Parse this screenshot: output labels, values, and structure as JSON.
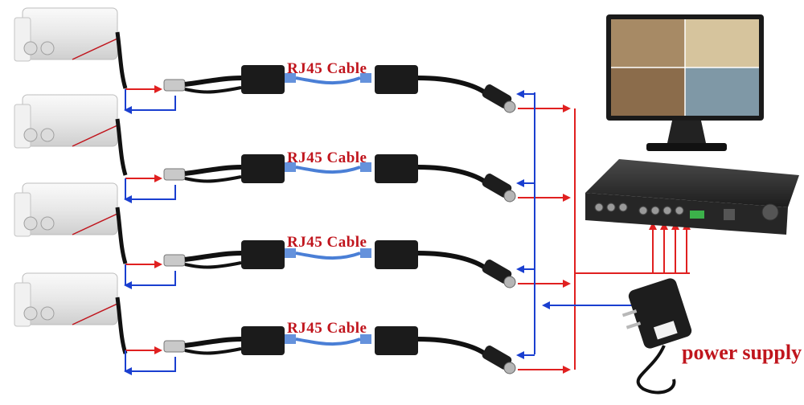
{
  "cable_label": "RJ45  Cable",
  "power_label": "power supply",
  "channels": [
    {
      "label": "RJ45  Cable"
    },
    {
      "label": "RJ45  Cable"
    },
    {
      "label": "RJ45  Cable"
    },
    {
      "label": "RJ45  Cable"
    }
  ],
  "colors": {
    "video_line": "#e02020",
    "power_line": "#1a3fd0",
    "label": "#c0151d",
    "rj45_cable": "#4a7fd6"
  },
  "devices": {
    "cameras": [
      "bullet-camera",
      "bullet-camera",
      "bullet-camera",
      "bullet-camera"
    ],
    "monitor": "monitor-icon",
    "dvr": "dvr-icon",
    "adapter": "power-adapter-icon"
  }
}
